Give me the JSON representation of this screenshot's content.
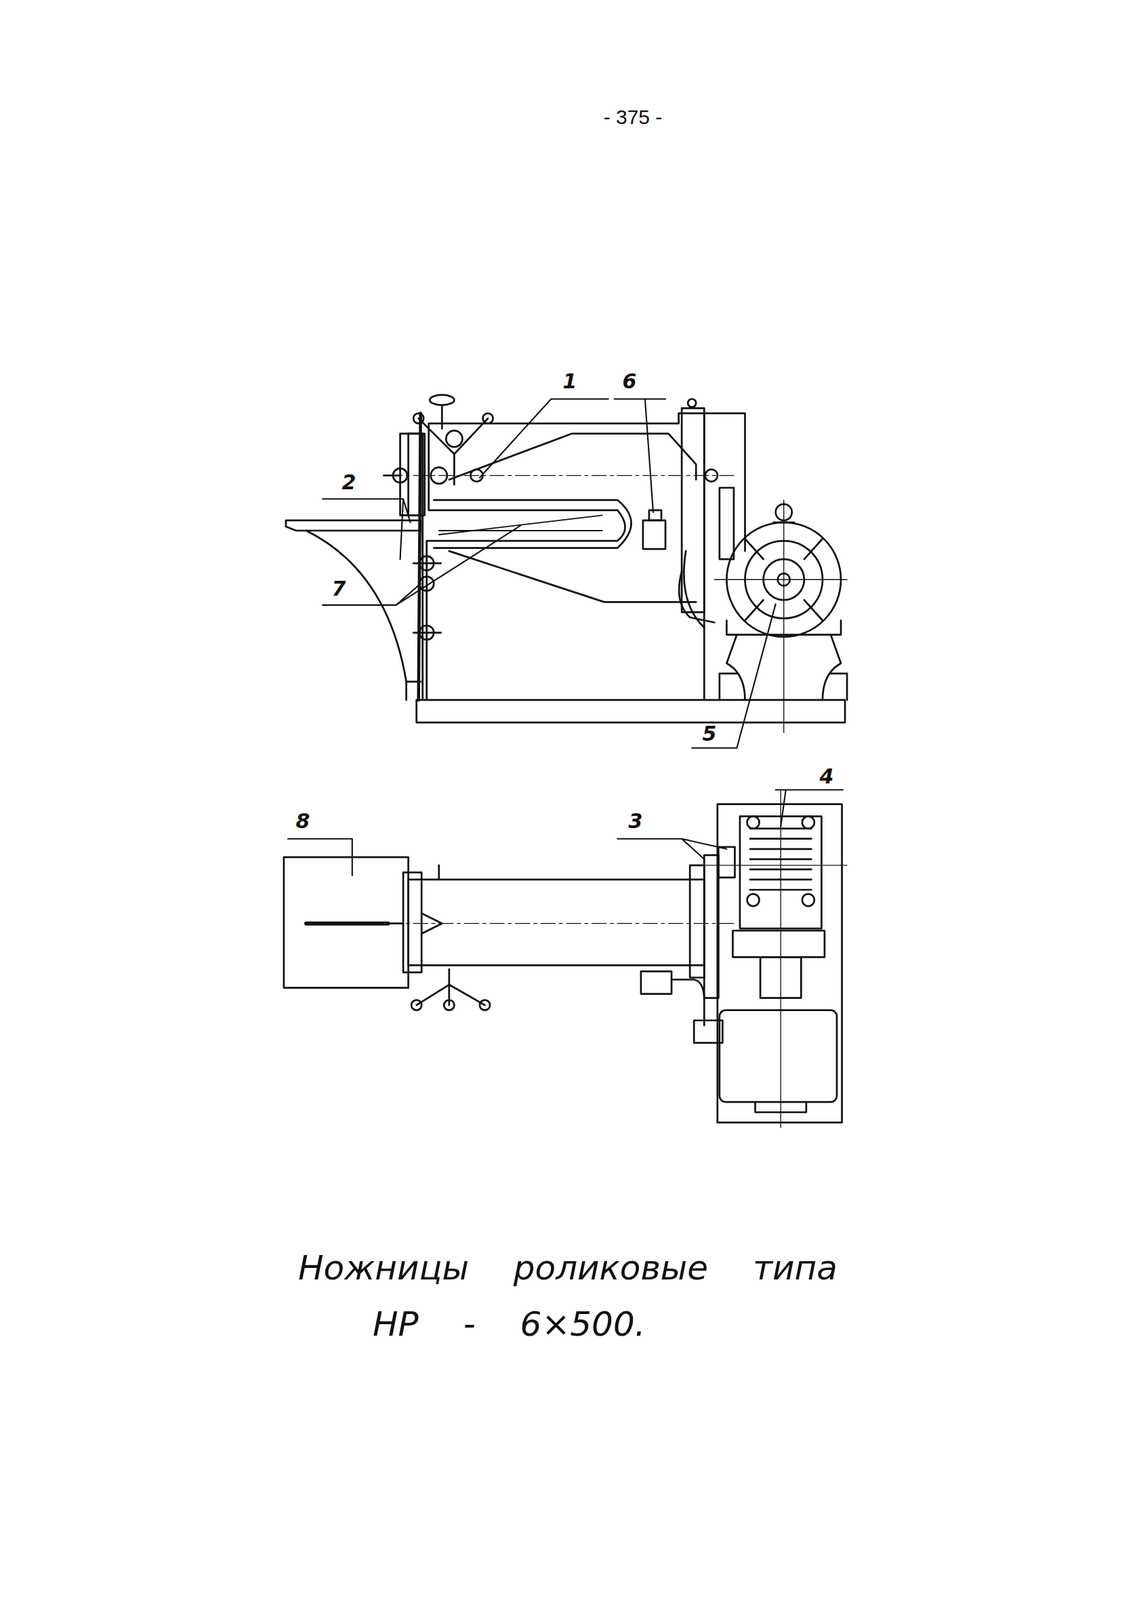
{
  "diagram": {
    "caption": "Ножницы роликовые типа НР - 6×500.",
    "labels": [
      "- 375 -",
      "1",
      "6",
      "2",
      "7",
      "5",
      "4",
      "8",
      "3"
    ]
  }
}
